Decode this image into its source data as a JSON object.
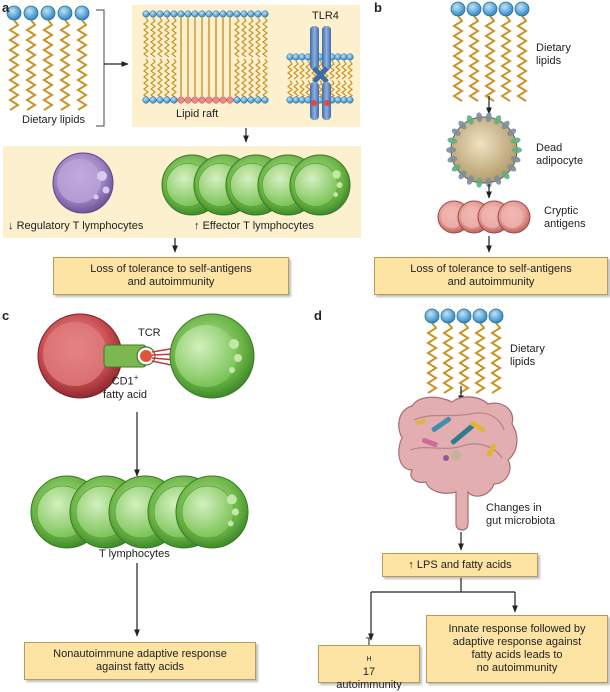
{
  "panels": {
    "a": {
      "letter": "a",
      "dietary_lipids": "Dietary lipids",
      "tlr4": "TLR4",
      "lipid_raft": "Lipid raft",
      "regulatory": "Regulatory T lymphocytes",
      "effector": "Effector T lymphocytes",
      "outcome_line1": "Loss of tolerance to self-antigens",
      "outcome_line2": "and autoimmunity"
    },
    "b": {
      "letter": "b",
      "dietary_line1": "Dietary",
      "dietary_line2": "lipids",
      "dead_line1": "Dead",
      "dead_line2": "adipocyte",
      "cryptic_line1": "Cryptic",
      "cryptic_line2": "antigens",
      "outcome_line1": "Loss of tolerance to self-antigens",
      "outcome_line2": "and autoimmunity"
    },
    "c": {
      "letter": "c",
      "tcr": "TCR",
      "cd1_line1": "CD1",
      "cd1_sup": "+",
      "cd1_line2": "fatty acid",
      "t_lymphocytes": "T lymphocytes",
      "outcome_line1": "Nonautoimmune adaptive response",
      "outcome_line2": "against fatty acids"
    },
    "d": {
      "letter": "d",
      "dietary_line1": "Dietary",
      "dietary_line2": "lipids",
      "changes_line1": "Changes in",
      "changes_line2": "gut microbiota",
      "lps": "LPS and fatty acids",
      "th17_t": "T",
      "th17_sub": "H",
      "th17_17": "17",
      "th17_line2": "autoimmunity",
      "innate_line1": "Innate response followed by",
      "innate_line2": "adaptive response against",
      "innate_line3": "fatty acids leads to",
      "innate_line4": "no autoimmunity"
    }
  },
  "arrows": {
    "down": "↓",
    "up": "↑"
  },
  "colors": {
    "box_fill": "#fde3a4",
    "panel_bg": "#fdf0cf",
    "lipid_head": "#4aa3d9",
    "lipid_tail": "#d8a640",
    "green_cell": "#6bb545",
    "purple_cell": "#9a7fbf",
    "red_cell": "#c0393f",
    "intestine": "#d9a5a8"
  }
}
